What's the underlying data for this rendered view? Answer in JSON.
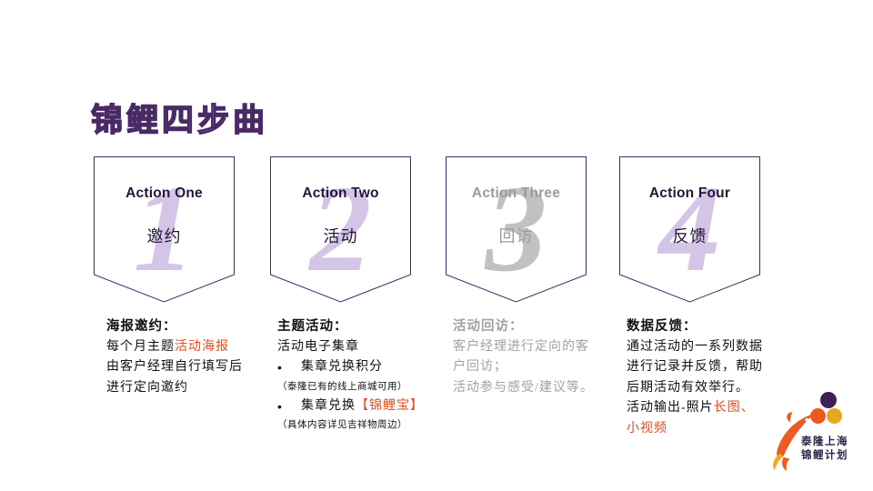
{
  "title": "锦鲤四步曲",
  "steps": [
    {
      "number": "1",
      "action": "Action One",
      "keyword": "邀约",
      "muted": false
    },
    {
      "number": "2",
      "action": "Action Two",
      "keyword": "活动",
      "muted": false
    },
    {
      "number": "3",
      "action": "Action Three",
      "keyword": "回访",
      "muted": true
    },
    {
      "number": "4",
      "action": "Action Four",
      "keyword": "反馈",
      "muted": false
    }
  ],
  "bullet_char": "•",
  "descriptions": {
    "d1": {
      "heading": "海报邀约：",
      "line1_pre": "每个月主题",
      "line1_highlight": "活动海报",
      "line2": "由客户经理自行填写后",
      "line3": "进行定向邀约"
    },
    "d2": {
      "heading": "主题活动：",
      "line1": "活动电子集章",
      "bullet1": "集章兑换积分",
      "note1": "（泰隆已有的线上商城可用）",
      "bullet2_pre": "集章兑换",
      "bullet2_highlight": "【锦鲤宝】",
      "note2": "（具体内容详见吉祥物周边）"
    },
    "d3": {
      "heading": "活动回访：",
      "line1": "客户经理进行定向的客",
      "line2": "户回访；",
      "line3": "活动参与感受/建议等。"
    },
    "d4": {
      "heading": "数据反馈：",
      "line1": "通过活动的一系列数据",
      "line2": "进行记录并反馈，帮助",
      "line3": "后期活动有效举行。",
      "line4_pre": "活动输出-照片",
      "line4_highlight": "长图、",
      "line5_highlight": "小视频"
    }
  },
  "logo": {
    "line1": "泰隆上海",
    "line2": "锦鲤计划"
  },
  "colors": {
    "accent_purple": "#4a2a66",
    "banner_text_dark": "#261538",
    "number_light_purple": "#d4c5e8",
    "muted_gray": "#a3a0a3",
    "muted_number_gray": "#c1c1c1",
    "highlight_orange": "#e8491d",
    "logo_purple": "#3f1f58",
    "logo_orange": "#ea5a1f",
    "logo_yellow": "#e7a71e"
  }
}
